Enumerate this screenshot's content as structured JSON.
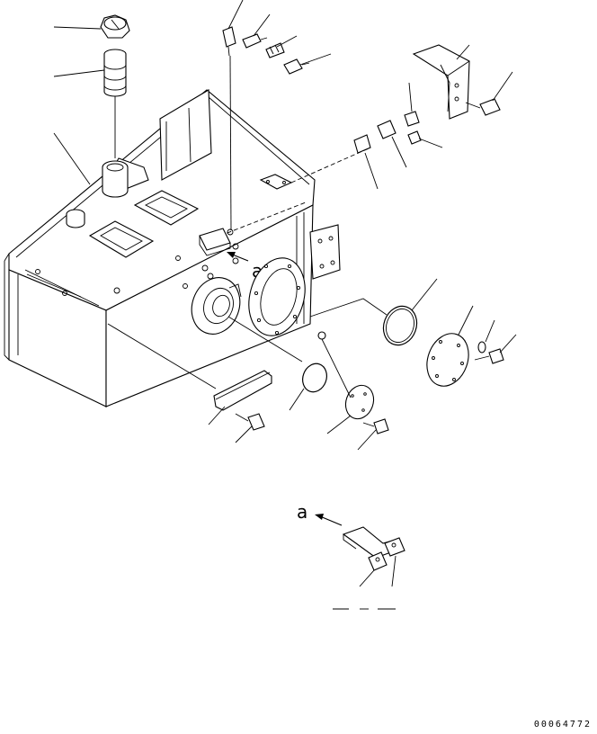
{
  "diagram": {
    "view_label_main": "a",
    "view_label_detail": "a",
    "drawing_number": "00064772"
  }
}
